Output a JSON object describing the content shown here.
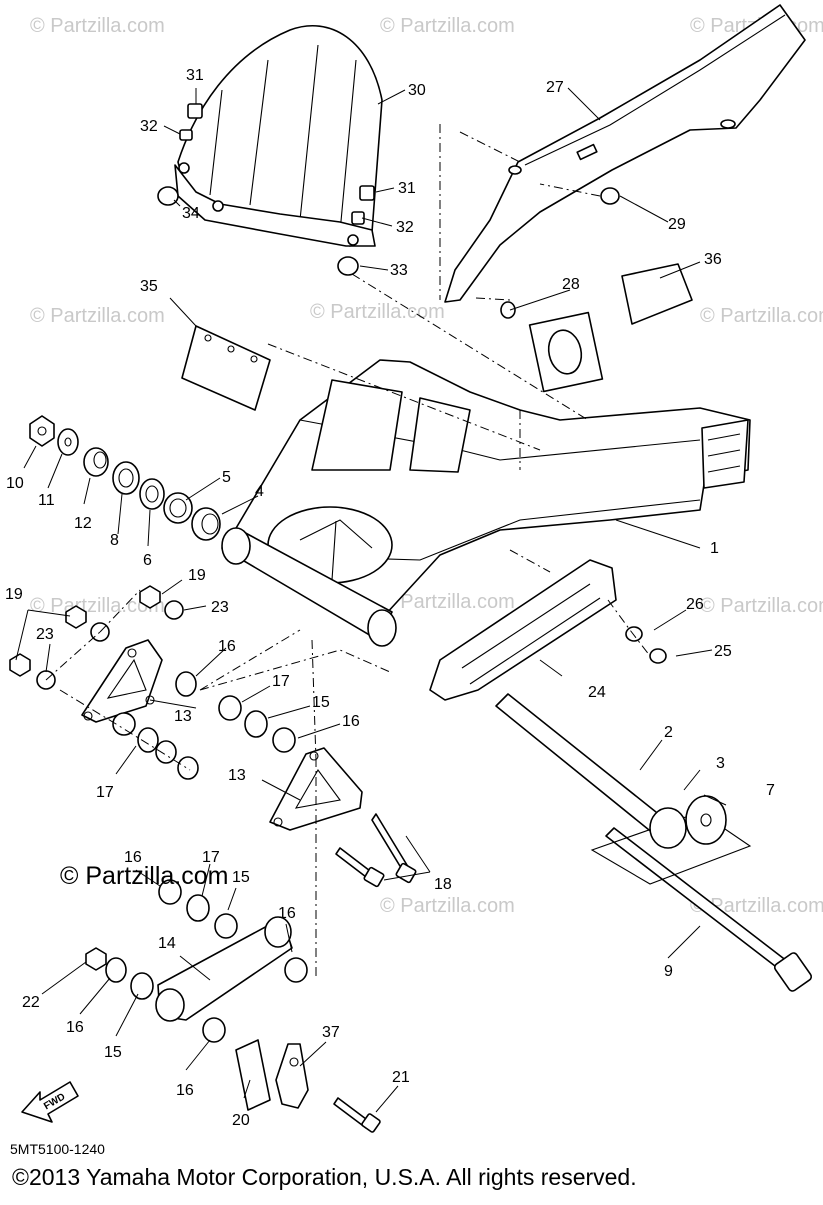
{
  "watermark": "© Partzilla.com",
  "diagram_code": "5MT5100-1240",
  "copyright": "©2013  Yamaha Motor Corporation, U.S.A. All rights reserved.",
  "fwd_label": "FWD",
  "callouts": [
    "1",
    "2",
    "3",
    "4",
    "5",
    "6",
    "7",
    "8",
    "9",
    "10",
    "11",
    "12",
    "13",
    "13",
    "14",
    "15",
    "15",
    "15",
    "16",
    "16",
    "16",
    "16",
    "16",
    "16",
    "17",
    "17",
    "17",
    "18",
    "19",
    "19",
    "20",
    "21",
    "22",
    "23",
    "23",
    "24",
    "25",
    "26",
    "27",
    "28",
    "29",
    "30",
    "31",
    "31",
    "32",
    "32",
    "33",
    "34",
    "35",
    "36",
    "37"
  ]
}
